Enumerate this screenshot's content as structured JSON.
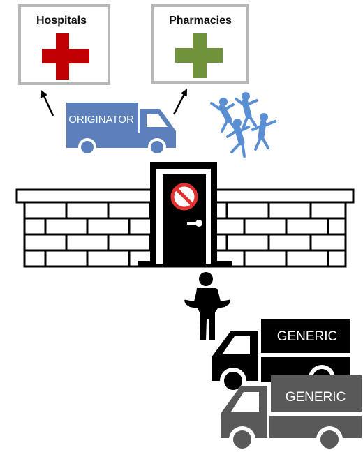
{
  "destinations": {
    "hospitals": {
      "label": "Hospitals",
      "cross_color": "#c00000"
    },
    "pharmacies": {
      "label": "Pharmacies",
      "cross_color": "#70923a"
    }
  },
  "originator_truck": {
    "label": "ORIGINATOR",
    "color": "#5b80bb"
  },
  "crowd_color": "#5b8fd4",
  "wall": {
    "door_sign": "no-entry-icon"
  },
  "generic_trucks": [
    {
      "label": "GENERIC",
      "color": "#000000"
    },
    {
      "label": "GENERIC",
      "color": "#595959"
    }
  ]
}
